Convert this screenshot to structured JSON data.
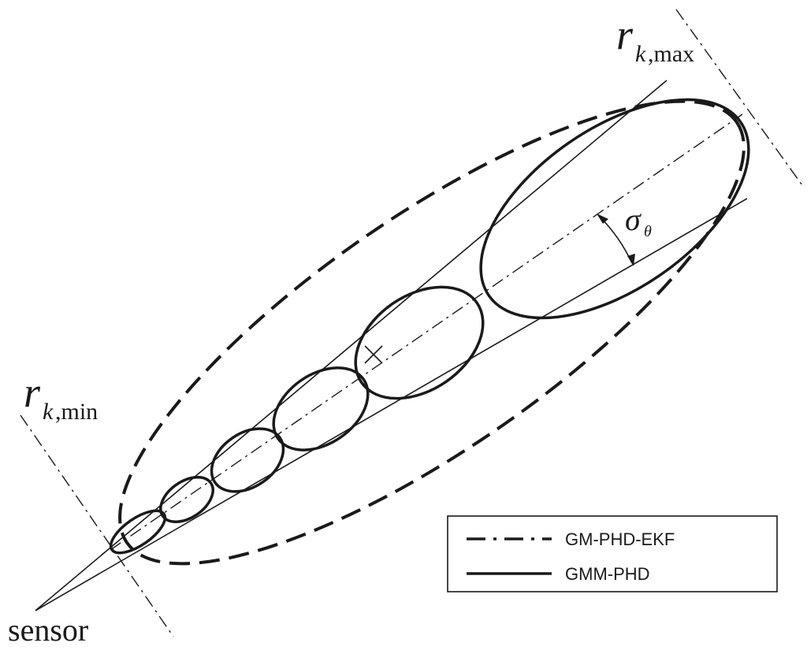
{
  "labels": {
    "r_max": {
      "main": "r",
      "sub_k": "k",
      "sub_rest": ",max"
    },
    "r_min": {
      "main": "r",
      "sub_k": "k",
      "sub_rest": ",min"
    },
    "sensor": "sensor",
    "sigma": {
      "main": "σ",
      "sub": "θ"
    }
  },
  "legend": {
    "entries": [
      {
        "label": "GM-PHD-EKF",
        "style": "dashed"
      },
      {
        "label": "GMM-PHD",
        "style": "solid"
      }
    ]
  },
  "colors": {
    "stroke": "#1a1a1a",
    "background": "#ffffff"
  }
}
